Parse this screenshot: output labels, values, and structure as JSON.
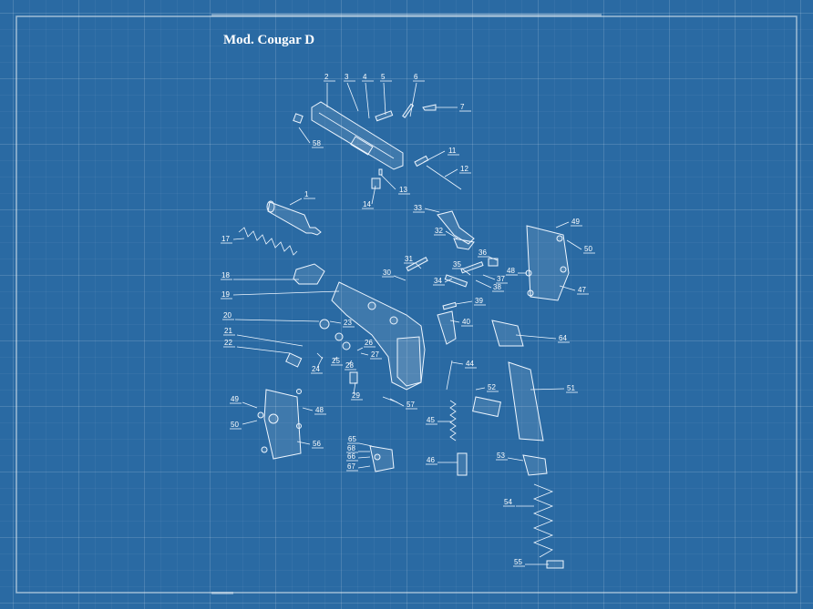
{
  "title": "Mod. Cougar D",
  "colors": {
    "background": "#2a6aa3",
    "grid": "#6f9fcc",
    "line": "#eef6ff"
  },
  "parts": [
    {
      "id": "slide",
      "label": "2",
      "num": [
        356,
        87
      ],
      "lead": [
        [
          359,
          91
        ],
        [
          359,
          118
        ]
      ]
    },
    {
      "id": "p3",
      "label": "3",
      "num": [
        378,
        87
      ],
      "lead": [
        [
          381,
          91
        ],
        [
          393,
          122
        ]
      ]
    },
    {
      "id": "p4",
      "label": "4",
      "num": [
        398,
        87
      ],
      "lead": [
        [
          401,
          91
        ],
        [
          405,
          130
        ]
      ]
    },
    {
      "id": "p5",
      "label": "5",
      "num": [
        418,
        87
      ],
      "lead": [
        [
          421,
          91
        ],
        [
          423,
          126
        ]
      ]
    },
    {
      "id": "p6",
      "label": "6",
      "num": [
        454,
        87
      ],
      "lead": [
        [
          457,
          91
        ],
        [
          450,
          128
        ]
      ]
    },
    {
      "id": "p7",
      "label": "7",
      "num": [
        505,
        120
      ],
      "lead": [
        [
          502,
          118
        ],
        [
          478,
          118
        ]
      ]
    },
    {
      "id": "p58",
      "label": "58",
      "num": [
        343,
        160
      ],
      "lead": [
        [
          340,
          157
        ],
        [
          328,
          140
        ]
      ]
    },
    {
      "id": "p11",
      "label": "11",
      "num": [
        492,
        168
      ],
      "lead": [
        [
          488,
          166
        ],
        [
          465,
          178
        ]
      ]
    },
    {
      "id": "p12",
      "label": "12",
      "num": [
        505,
        188
      ],
      "lead": [
        [
          502,
          186
        ],
        [
          488,
          194
        ]
      ]
    },
    {
      "id": "p13",
      "label": "13",
      "num": [
        438,
        211
      ],
      "lead": [
        [
          434,
          208
        ],
        [
          418,
          192
        ]
      ]
    },
    {
      "id": "p14",
      "label": "14",
      "num": [
        398,
        227
      ],
      "lead": [
        [
          408,
          224
        ],
        [
          412,
          204
        ]
      ]
    },
    {
      "id": "barrel",
      "label": "1",
      "num": [
        334,
        216
      ],
      "lead": [
        [
          331,
          218
        ],
        [
          318,
          225
        ]
      ]
    },
    {
      "id": "p33",
      "label": "33",
      "num": [
        454,
        231
      ],
      "lead": [
        [
          466,
          229
        ],
        [
          482,
          233
        ]
      ]
    },
    {
      "id": "p32",
      "label": "32",
      "num": [
        477,
        256
      ],
      "lead": [
        [
          489,
          254
        ],
        [
          502,
          262
        ]
      ]
    },
    {
      "id": "p49r",
      "label": "49",
      "num": [
        627,
        246
      ],
      "lead": [
        [
          624,
          244
        ],
        [
          610,
          250
        ]
      ]
    },
    {
      "id": "p50r",
      "label": "50",
      "num": [
        641,
        276
      ],
      "lead": [
        [
          638,
          274
        ],
        [
          622,
          264
        ]
      ]
    },
    {
      "id": "p17",
      "label": "17",
      "num": [
        243,
        265
      ],
      "lead": [
        [
          256,
          263
        ],
        [
          268,
          262
        ]
      ]
    },
    {
      "id": "p36",
      "label": "36",
      "num": [
        525,
        280
      ],
      "lead": [
        [
          536,
          282
        ],
        [
          546,
          286
        ]
      ]
    },
    {
      "id": "p31",
      "label": "31",
      "num": [
        444,
        287
      ],
      "lead": [
        [
          456,
          289
        ],
        [
          462,
          295
        ]
      ]
    },
    {
      "id": "p35",
      "label": "35",
      "num": [
        497,
        293
      ],
      "lead": [
        [
          508,
          296
        ],
        [
          516,
          302
        ]
      ]
    },
    {
      "id": "p48r",
      "label": "48",
      "num": [
        556,
        300
      ],
      "lead": [
        [
          568,
          300
        ],
        [
          578,
          300
        ]
      ]
    },
    {
      "id": "p30",
      "label": "30",
      "num": [
        420,
        302
      ],
      "lead": [
        [
          432,
          303
        ],
        [
          445,
          308
        ]
      ]
    },
    {
      "id": "p37",
      "label": "37",
      "num": [
        545,
        309
      ],
      "lead": [
        [
          543,
          307
        ],
        [
          530,
          302
        ]
      ]
    },
    {
      "id": "p34",
      "label": "34",
      "num": [
        476,
        311
      ],
      "lead": [
        [
          488,
          310
        ],
        [
          496,
          306
        ]
      ]
    },
    {
      "id": "p38",
      "label": "38",
      "num": [
        541,
        318
      ],
      "lead": [
        [
          539,
          316
        ],
        [
          522,
          308
        ]
      ]
    },
    {
      "id": "p47",
      "label": "47",
      "num": [
        634,
        321
      ],
      "lead": [
        [
          631,
          319
        ],
        [
          614,
          314
        ]
      ]
    },
    {
      "id": "p18",
      "label": "18",
      "num": [
        243,
        305
      ],
      "lead": [
        [
          256,
          307
        ],
        [
          328,
          307
        ]
      ]
    },
    {
      "id": "frame",
      "label": "19",
      "num": [
        243,
        326
      ],
      "lead": [
        [
          256,
          324
        ],
        [
          372,
          320
        ]
      ]
    },
    {
      "id": "p39",
      "label": "39",
      "num": [
        521,
        333
      ],
      "lead": [
        [
          518,
          331
        ],
        [
          500,
          334
        ]
      ]
    },
    {
      "id": "p20",
      "label": "20",
      "num": [
        245,
        349
      ],
      "lead": [
        [
          258,
          351
        ],
        [
          350,
          353
        ]
      ]
    },
    {
      "id": "p23",
      "label": "23",
      "num": [
        377,
        357
      ],
      "lead": [
        [
          374,
          355
        ],
        [
          362,
          353
        ]
      ]
    },
    {
      "id": "p40",
      "label": "40",
      "num": [
        507,
        356
      ],
      "lead": [
        [
          504,
          354
        ],
        [
          494,
          352
        ]
      ]
    },
    {
      "id": "p21",
      "label": "21",
      "num": [
        246,
        366
      ],
      "lead": [
        [
          260,
          368
        ],
        [
          332,
          380
        ]
      ]
    },
    {
      "id": "p64",
      "label": "64",
      "num": [
        613,
        374
      ],
      "lead": [
        [
          610,
          372
        ],
        [
          566,
          368
        ]
      ]
    },
    {
      "id": "p26",
      "label": "26",
      "num": [
        400,
        379
      ],
      "lead": [
        [
          398,
          382
        ],
        [
          392,
          385
        ]
      ]
    },
    {
      "id": "p22",
      "label": "22",
      "num": [
        246,
        379
      ],
      "lead": [
        [
          260,
          381
        ],
        [
          318,
          388
        ]
      ]
    },
    {
      "id": "p27",
      "label": "27",
      "num": [
        407,
        392
      ],
      "lead": [
        [
          404,
          390
        ],
        [
          396,
          388
        ]
      ]
    },
    {
      "id": "p25",
      "label": "25",
      "num": [
        364,
        399
      ],
      "lead": [
        [
          366,
          396
        ],
        [
          370,
          392
        ]
      ]
    },
    {
      "id": "p44",
      "label": "44",
      "num": [
        511,
        402
      ],
      "lead": [
        [
          508,
          400
        ],
        [
          496,
          398
        ]
      ]
    },
    {
      "id": "p28",
      "label": "28",
      "num": [
        379,
        404
      ],
      "lead": [
        [
          382,
          401
        ],
        [
          386,
          396
        ]
      ]
    },
    {
      "id": "p24",
      "label": "24",
      "num": [
        342,
        408
      ],
      "lead": [
        [
          348,
          404
        ],
        [
          354,
          392
        ]
      ]
    },
    {
      "id": "p51",
      "label": "51",
      "num": [
        622,
        429
      ],
      "lead": [
        [
          619,
          427
        ],
        [
          582,
          428
        ]
      ]
    },
    {
      "id": "p52",
      "label": "52",
      "num": [
        535,
        428
      ],
      "lead": [
        [
          532,
          426
        ],
        [
          522,
          428
        ]
      ]
    },
    {
      "id": "p29",
      "label": "29",
      "num": [
        386,
        437
      ],
      "lead": [
        [
          388,
          433
        ],
        [
          390,
          420
        ]
      ]
    },
    {
      "id": "p49l",
      "label": "49",
      "num": [
        253,
        441
      ],
      "lead": [
        [
          266,
          442
        ],
        [
          282,
          448
        ]
      ]
    },
    {
      "id": "p57",
      "label": "57",
      "num": [
        446,
        447
      ],
      "lead": [
        [
          443,
          446
        ],
        [
          428,
          438
        ]
      ]
    },
    {
      "id": "p48l",
      "label": "48",
      "num": [
        346,
        453
      ],
      "lead": [
        [
          343,
          451
        ],
        [
          332,
          448
        ]
      ]
    },
    {
      "id": "p50l",
      "label": "50",
      "num": [
        253,
        469
      ],
      "lead": [
        [
          266,
          466
        ],
        [
          282,
          462
        ]
      ]
    },
    {
      "id": "p45",
      "label": "45",
      "num": [
        468,
        464
      ],
      "lead": [
        [
          480,
          463
        ],
        [
          496,
          463
        ]
      ]
    },
    {
      "id": "gripl",
      "label": "56",
      "num": [
        343,
        490
      ],
      "lead": [
        [
          340,
          488
        ],
        [
          326,
          485
        ]
      ]
    },
    {
      "id": "p65",
      "label": "65",
      "num": [
        382,
        485
      ],
      "lead": [
        [
          394,
          487
        ],
        [
          408,
          490
        ]
      ]
    },
    {
      "id": "p68",
      "label": "68",
      "num": [
        381,
        495
      ],
      "lead": [
        [
          393,
          496
        ],
        [
          406,
          496
        ]
      ]
    },
    {
      "id": "p66",
      "label": "66",
      "num": [
        381,
        504
      ],
      "lead": [
        [
          393,
          503
        ],
        [
          406,
          502
        ]
      ]
    },
    {
      "id": "p53",
      "label": "53",
      "num": [
        545,
        503
      ],
      "lead": [
        [
          557,
          503
        ],
        [
          574,
          506
        ]
      ]
    },
    {
      "id": "p46",
      "label": "46",
      "num": [
        468,
        508
      ],
      "lead": [
        [
          480,
          508
        ],
        [
          502,
          508
        ]
      ]
    },
    {
      "id": "p67",
      "label": "67",
      "num": [
        381,
        515
      ],
      "lead": [
        [
          393,
          514
        ],
        [
          406,
          512
        ]
      ]
    },
    {
      "id": "p54",
      "label": "54",
      "num": [
        553,
        554
      ],
      "lead": [
        [
          566,
          556
        ],
        [
          586,
          556
        ]
      ]
    },
    {
      "id": "p55",
      "label": "55",
      "num": [
        564,
        620
      ],
      "lead": [
        [
          576,
          620
        ],
        [
          602,
          620
        ]
      ]
    }
  ]
}
